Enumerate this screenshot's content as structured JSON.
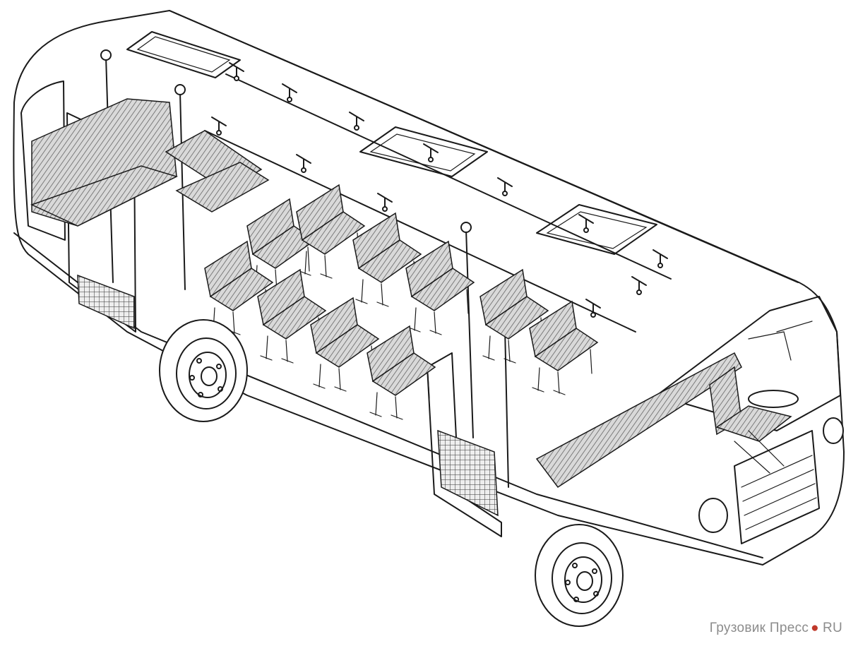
{
  "illustration": {
    "subject": "cutaway drawing of a city bus interior",
    "icons": [
      "bus-body",
      "wheel",
      "passenger-seat",
      "handrail",
      "roof-hatch",
      "driver-seat"
    ]
  },
  "watermark": {
    "name": "Грузовик Пресс",
    "domain": "RU",
    "dot_color": "#c0392b",
    "text_color": "#8c8c8c"
  }
}
